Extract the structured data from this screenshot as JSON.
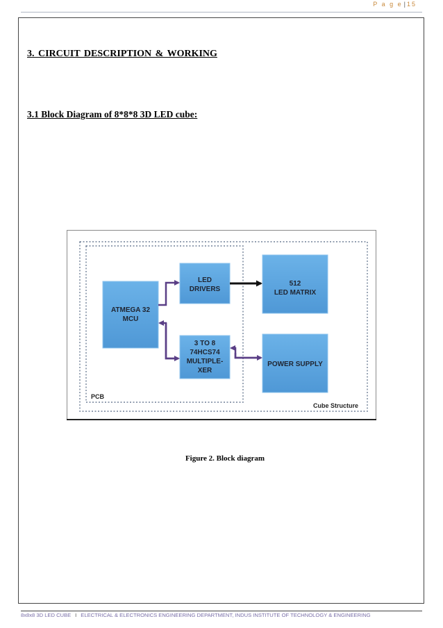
{
  "header": {
    "page_word": "P a g e",
    "page_number": "15"
  },
  "section_heading": "3. CIRCUIT DESCRIPTION & WORKING",
  "subsection_heading": "3.1 Block Diagram of 8*8*8 3D LED cube:",
  "diagram": {
    "blocks": {
      "mcu": [
        "ATMEGA 32",
        "MCU"
      ],
      "led_drivers": [
        "LED",
        "DRIVERS"
      ],
      "mux": [
        "3 TO 8",
        "74HCS74",
        "MULTIPLE-",
        "XER"
      ],
      "led_matrix": [
        "512",
        "LED MATRIX"
      ],
      "power_supply": [
        "POWER SUPPLY"
      ]
    },
    "pcb_label": "PCB",
    "cube_label": "Cube Structure",
    "colors": {
      "block_fill": "#5ea7e0",
      "block_edge": "#8fc4ee",
      "arrow_purple": "#5a3f86",
      "arrow_black": "#111111",
      "dotted": "#6f7f96"
    }
  },
  "caption": "Figure 2. Block diagram",
  "footer": {
    "left": "8x8x8 3D LED CUBE",
    "separator": "I",
    "right": "ELECTRICAL & ELECTRONICS ENGINEERING DEPARTMENT, INDUS INSTITUTE OF TECHNOLOGY & ENGINEERING"
  }
}
